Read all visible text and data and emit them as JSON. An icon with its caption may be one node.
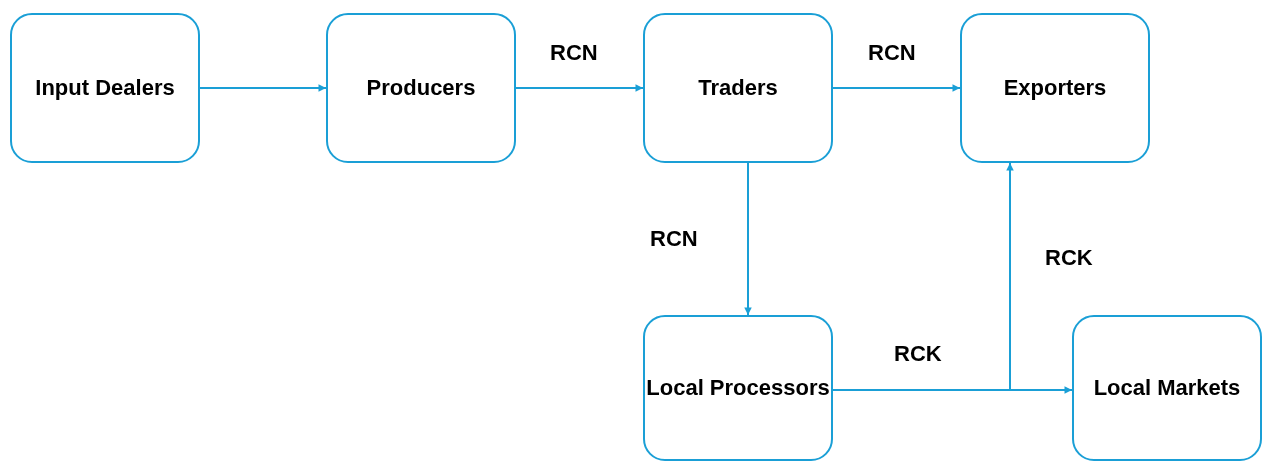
{
  "diagram": {
    "nodes": [
      {
        "text": [
          "Input Dealers"
        ]
      },
      {
        "text": [
          "Producers"
        ]
      },
      {
        "text": [
          "Traders"
        ]
      },
      {
        "text": [
          "Exporters"
        ]
      },
      {
        "text": [
          "Local Processors"
        ]
      },
      {
        "text": [
          "Local Markets"
        ]
      }
    ],
    "edges": [
      {
        "from": 0,
        "to": 1,
        "arrow": "to"
      },
      {
        "from": 1,
        "to": 2,
        "arrow": "to",
        "label": "RCN"
      },
      {
        "from": 2,
        "to": 3,
        "arrow": "to",
        "label": "RCN"
      },
      {
        "from": 2,
        "to": 4,
        "arrow": "to",
        "label": "RCN"
      },
      {
        "from": 4,
        "to": 5,
        "arrow": "to",
        "label": "RCK"
      },
      {
        "from": 4,
        "to": 3,
        "arrow": "to",
        "label": "RCK"
      }
    ]
  }
}
